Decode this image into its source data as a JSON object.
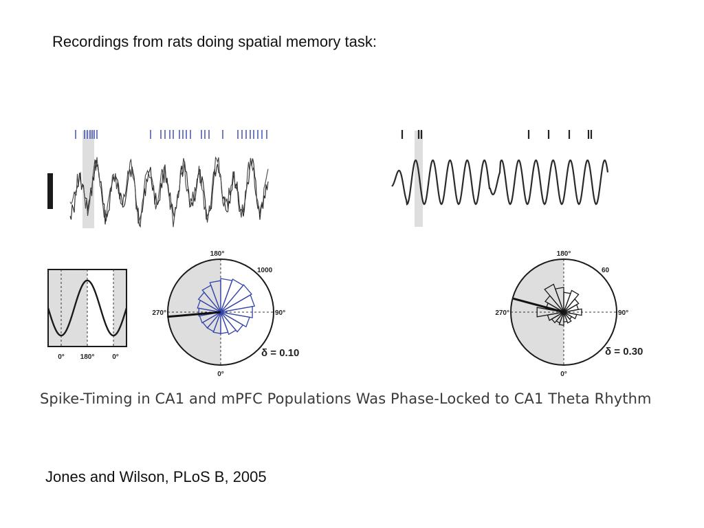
{
  "slide": {
    "heading": "Recordings from rats doing spatial memory task:",
    "caption": "Spike-Timing in CA1 and mPFC Populations Was Phase-Locked to CA1 Theta Rhythm",
    "citation": "Jones and Wilson, PLoS B, 2005"
  },
  "figure": {
    "colors": {
      "ca1": "#3344aa",
      "mpfc": "#222222",
      "shade": "#dedede"
    },
    "phase_inset": {
      "tick_labels": [
        "0°",
        "180°",
        "0°"
      ]
    },
    "polar_left": {
      "label_top": "180°",
      "label_bottom": "0°",
      "label_left": "270°",
      "label_right": "90°",
      "scale": "1000",
      "stat": "δ = 0.10",
      "preferred_phase_deg": 275,
      "bins": [
        0.6,
        0.66,
        0.72,
        0.82,
        0.9,
        0.96,
        1.0,
        0.98,
        0.94,
        0.88,
        0.8,
        0.72,
        0.66,
        0.62,
        0.6,
        0.58,
        0.58,
        0.6
      ]
    },
    "polar_right": {
      "label_top": "180°",
      "label_bottom": "0°",
      "label_left": "270°",
      "label_right": "90°",
      "scale": "60",
      "stat": "δ = 0.30",
      "preferred_phase_deg": 255,
      "bins": [
        0.3,
        0.35,
        0.28,
        0.4,
        0.55,
        0.45,
        0.52,
        0.7,
        0.6,
        0.75,
        0.9,
        0.65,
        0.55,
        0.82,
        0.5,
        0.42,
        0.35,
        0.4
      ]
    }
  }
}
